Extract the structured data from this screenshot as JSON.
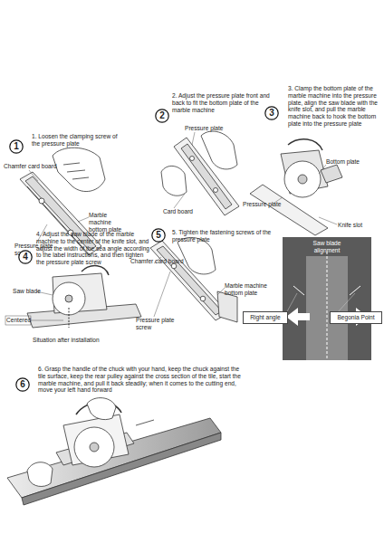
{
  "diagram": {
    "nodes": [
      {
        "text": [
          "1"
        ]
      },
      {
        "text": [
          "2"
        ]
      },
      {
        "text": [
          "3"
        ]
      },
      {
        "text": [
          "4"
        ]
      },
      {
        "text": [
          "5"
        ]
      },
      {
        "text": [
          "6"
        ]
      },
      {
        "text": [
          "Saw blade alignment"
        ]
      },
      {
        "text": [
          "Right angle"
        ]
      },
      {
        "text": [
          "Begonia Point"
        ]
      }
    ],
    "labels": [
      "1. Loosen the clamping screw of the pressure plate",
      "Chamfer card board",
      "Marble machine bottom plate",
      "Pressure plate screw",
      "2. Adjust the pressure plate front and back to fit the bottom plate of the marble machine",
      "Pressure plate",
      "Card board",
      "3. Clamp the bottom plate of the marble machine into the pressure plate, align the saw blade with the knife slot, and pull the marble machine back to hook the bottom plate into the pressure plate",
      "Bottom plate",
      "Pressure plate",
      "Knife slot",
      "4. Adjust the saw blade of the marble machine to the center of the knife slot, and adjust the width of the sea angle according to the label instructions, and then tighten the pressure plate screw",
      "Saw blade",
      "Centered",
      "Situation after installation",
      "5. Tighten the fastening screws of the pressure plate",
      "Chamfer card board",
      "Marble machine bottom plate",
      "Pressure plate screw",
      "6. Grasp the handle of the chuck with your hand, keep the chuck against the tile surface, keep the rear pulley against the cross section of the tile, start the marble machine, and pull it back steadily; when it comes to the cutting end, move your left hand forward"
    ]
  }
}
